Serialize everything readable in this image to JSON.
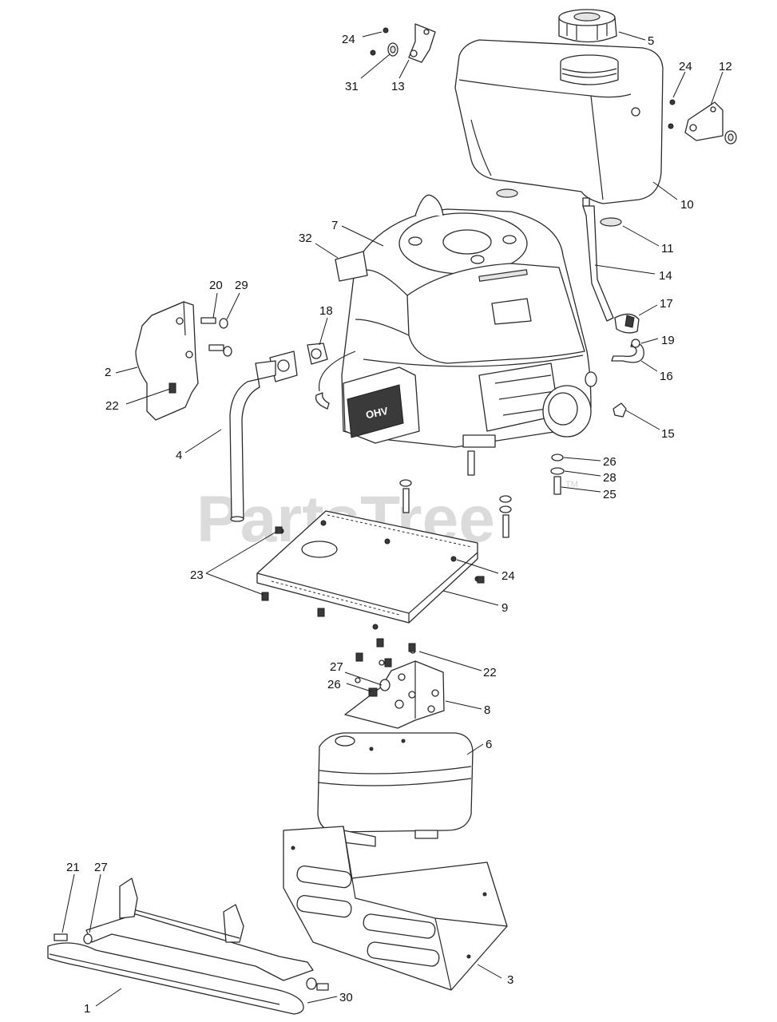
{
  "watermark": {
    "text": "PartsTree",
    "tm": "TM"
  },
  "engine_brand": "OHV",
  "callouts": [
    {
      "id": "c24a",
      "label": "24"
    },
    {
      "id": "c31",
      "label": "31"
    },
    {
      "id": "c13",
      "label": "13"
    },
    {
      "id": "c5",
      "label": "5"
    },
    {
      "id": "c24b",
      "label": "24"
    },
    {
      "id": "c12",
      "label": "12"
    },
    {
      "id": "c10",
      "label": "10"
    },
    {
      "id": "c11",
      "label": "11"
    },
    {
      "id": "c7",
      "label": "7"
    },
    {
      "id": "c32",
      "label": "32"
    },
    {
      "id": "c14",
      "label": "14"
    },
    {
      "id": "c17",
      "label": "17"
    },
    {
      "id": "c20",
      "label": "20"
    },
    {
      "id": "c29",
      "label": "29"
    },
    {
      "id": "c18",
      "label": "18"
    },
    {
      "id": "c19",
      "label": "19"
    },
    {
      "id": "c16",
      "label": "16"
    },
    {
      "id": "c2",
      "label": "2"
    },
    {
      "id": "c22a",
      "label": "22"
    },
    {
      "id": "c15",
      "label": "15"
    },
    {
      "id": "c4",
      "label": "4"
    },
    {
      "id": "c26a",
      "label": "26"
    },
    {
      "id": "c28",
      "label": "28"
    },
    {
      "id": "c25",
      "label": "25"
    },
    {
      "id": "c23",
      "label": "23"
    },
    {
      "id": "c24c",
      "label": "24"
    },
    {
      "id": "c9",
      "label": "9"
    },
    {
      "id": "c27a",
      "label": "27"
    },
    {
      "id": "c22b",
      "label": "22"
    },
    {
      "id": "c26b",
      "label": "26"
    },
    {
      "id": "c8",
      "label": "8"
    },
    {
      "id": "c6",
      "label": "6"
    },
    {
      "id": "c21",
      "label": "21"
    },
    {
      "id": "c27b",
      "label": "27"
    },
    {
      "id": "c3",
      "label": "3"
    },
    {
      "id": "c1",
      "label": "1"
    },
    {
      "id": "c30",
      "label": "30"
    }
  ]
}
